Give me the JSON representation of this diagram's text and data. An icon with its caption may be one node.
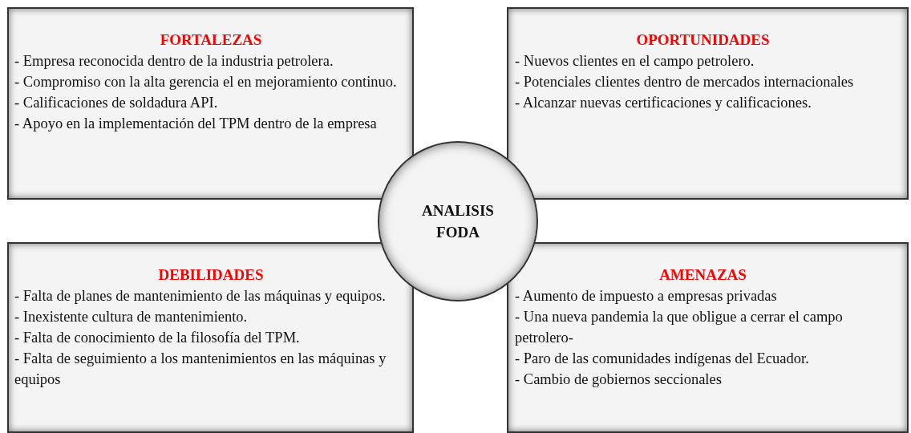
{
  "diagram": {
    "nodes": [
      {
        "text": [
          "FORTALEZAS",
          "- Empresa reconocida dentro de la industria petrolera.",
          "- Compromiso con la alta gerencia el en mejoramiento continuo.",
          "- Calificaciones de soldadura API.",
          "- Apoyo en la implementación del TPM dentro de la empresa"
        ]
      },
      {
        "text": [
          "OPORTUNIDADES",
          "- Nuevos clientes en el campo petrolero.",
          "- Potenciales clientes dentro de mercados internacionales",
          "- Alcanzar nuevas certificaciones y calificaciones."
        ]
      },
      {
        "text": [
          "DEBILIDADES",
          "- Falta de planes de mantenimiento de las máquinas y equipos.",
          "- Inexistente cultura de mantenimiento.",
          "- Falta de conocimiento de la filosofía del TPM.",
          "- Falta de seguimiento a los mantenimientos en las máquinas y equipos"
        ]
      },
      {
        "text": [
          "AMENAZAS",
          "- Aumento de impuesto a empresas privadas",
          "- Una nueva pandemia la que obligue a cerrar el campo petrolero-",
          "- Paro de las comunidades indígenas del Ecuador.",
          "- Cambio de gobiernos seccionales"
        ]
      },
      {
        "text": [
          "ANALISIS FODA"
        ]
      }
    ]
  }
}
